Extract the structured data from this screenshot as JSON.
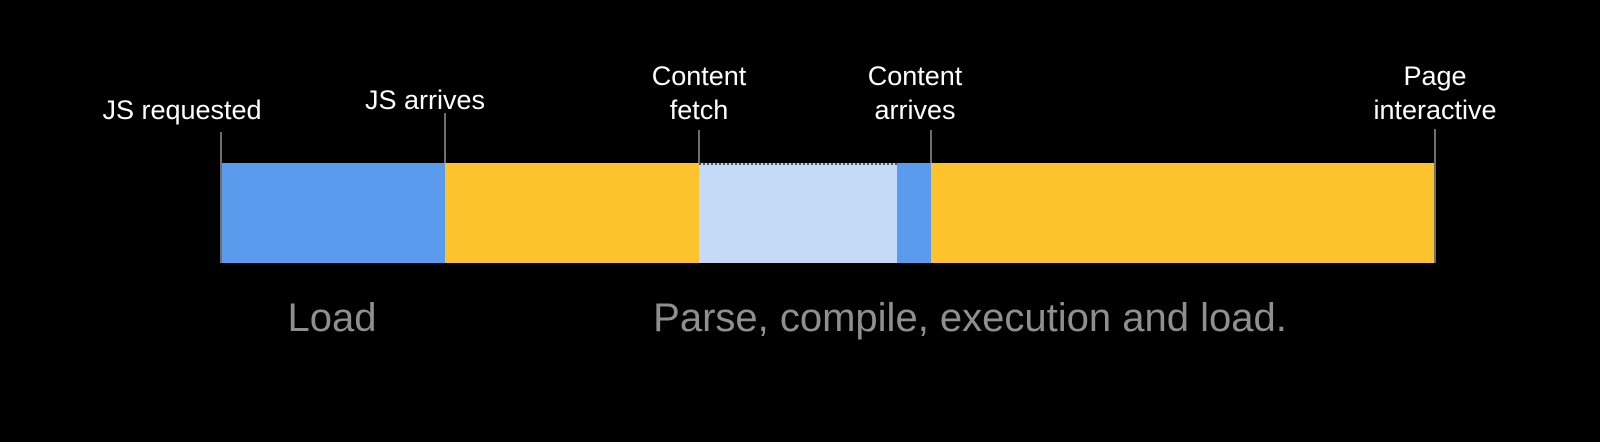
{
  "colors": {
    "background": "#000000",
    "label": "#ffffff",
    "caption": "#8f8f8f",
    "tick": "#6e6e6e",
    "blue": "#5a9bee",
    "yellow": "#fcc32d",
    "light_blue": "#c4daf7"
  },
  "events": [
    {
      "lines": [
        "JS requested"
      ]
    },
    {
      "lines": [
        "JS arrives"
      ]
    },
    {
      "lines": [
        "Content",
        "fetch"
      ]
    },
    {
      "lines": [
        "Content",
        "arrives"
      ]
    },
    {
      "lines": [
        "Page",
        "interactive"
      ]
    }
  ],
  "segments": [
    {
      "color": "#5a9bee"
    },
    {
      "color": "#fcc32d"
    },
    {
      "color": "#c4daf7"
    },
    {
      "color": "#5a9bee"
    },
    {
      "color": "#fcc32d"
    }
  ],
  "captions": [
    {
      "text": "Load"
    },
    {
      "text": "Parse, compile, execution and load."
    }
  ]
}
